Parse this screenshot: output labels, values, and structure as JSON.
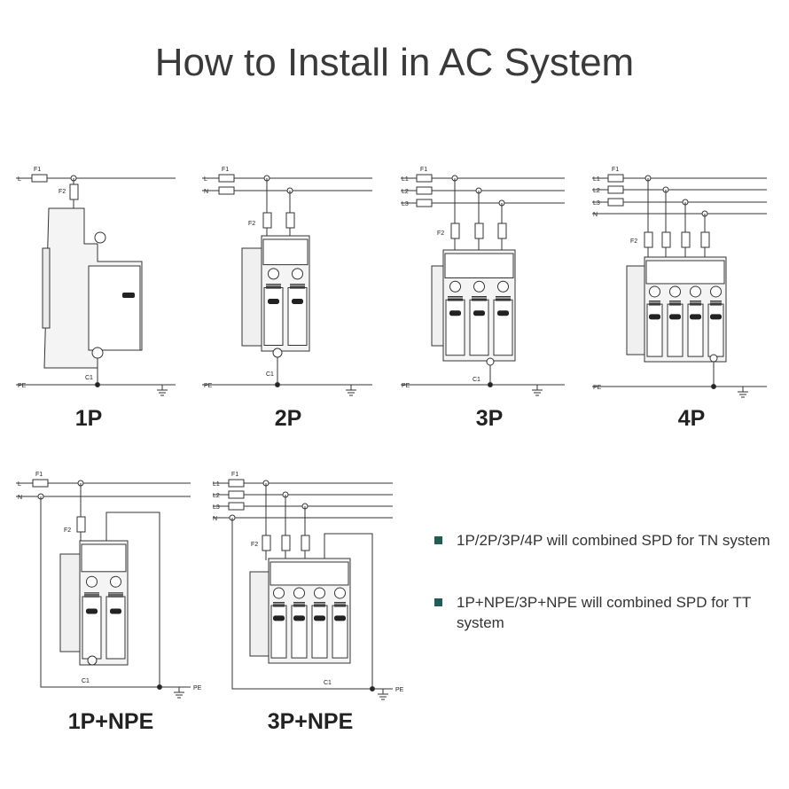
{
  "page": {
    "title": "How to Install in AC System",
    "bullet_color": "#1f5e57"
  },
  "wire_labels": {
    "L": "L",
    "N": "N",
    "L1": "L1",
    "L2": "L2",
    "L3": "L3",
    "PE": "PE",
    "F1": "F1",
    "F2": "F2",
    "C1": "C1"
  },
  "diagrams": [
    {
      "caption": "1P"
    },
    {
      "caption": "2P"
    },
    {
      "caption": "3P"
    },
    {
      "caption": "4P"
    },
    {
      "caption": "1P+NPE"
    },
    {
      "caption": "3P+NPE"
    }
  ],
  "notes": [
    {
      "text": "1P/2P/3P/4P will combined SPD for TN system"
    },
    {
      "text": "1P+NPE/3P+NPE will combined SPD for TT system"
    }
  ]
}
